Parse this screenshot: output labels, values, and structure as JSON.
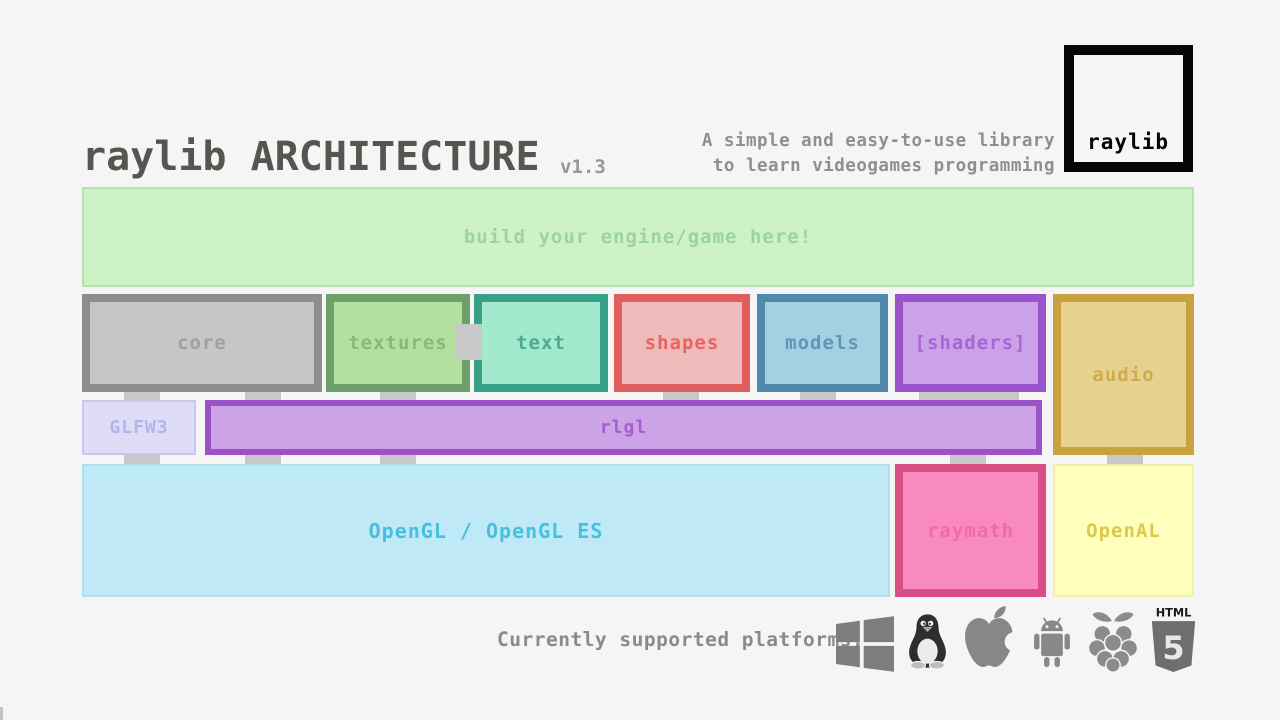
{
  "header": {
    "title": "raylib ARCHITECTURE",
    "version": "v1.3",
    "tagline_line1": "A simple and easy-to-use library",
    "tagline_line2": "to learn videogames programming"
  },
  "logo": {
    "text": "raylib",
    "border_color": "#060606"
  },
  "banner": {
    "label": "build your engine/game here!",
    "fill": "#cdf2c6",
    "text_color": "#9cd49a"
  },
  "modules": {
    "core": {
      "label": "core",
      "fill": "#c6c6c6",
      "border": "#8d8d8d",
      "text_color": "#a0a0a0"
    },
    "textures": {
      "label": "textures",
      "fill": "#b1e0a1",
      "border": "#6d9f6b",
      "text_color": "#85b97e"
    },
    "text": {
      "label": "text",
      "fill": "#a2e9cd",
      "border": "#37a088",
      "text_color": "#4fab90"
    },
    "shapes": {
      "label": "shapes",
      "fill": "#efbaba",
      "border": "#e05e5e",
      "text_color": "#e96363"
    },
    "models": {
      "label": "models",
      "fill": "#a5cfe3",
      "border": "#5189ad",
      "text_color": "#5d97b9"
    },
    "shaders": {
      "label": "[shaders]",
      "fill": "#cba2e7",
      "border": "#9a54cb",
      "text_color": "#a765d5"
    },
    "audio": {
      "label": "audio",
      "fill": "#e7d190",
      "border": "#c7a23e",
      "text_color": "#d0ab4b"
    }
  },
  "mid_layer": {
    "glfw3": {
      "label": "GLFW3",
      "fill": "#dedcf7",
      "border": "#c9c7f1",
      "text_color": "#b5b3eb"
    },
    "rlgl": {
      "label": "rlgl",
      "fill": "#cba3e6",
      "border": "#9b51c7",
      "text_color": "#a75cd4"
    }
  },
  "backend_layer": {
    "opengl": {
      "label": "OpenGL / OpenGL ES",
      "fill": "#c0e9f8",
      "border": "#b0e0f0",
      "text_color": "#45c0dd"
    },
    "raymath": {
      "label": "raymath",
      "fill": "#f98ac1",
      "border": "#d84e85",
      "text_color": "#ee6ba5"
    },
    "openal": {
      "label": "OpenAL",
      "fill": "#feffbd",
      "border": "#f1f1a6",
      "text_color": "#ddc84e"
    }
  },
  "platforms": {
    "label": "Currently supported platforms:",
    "icons": [
      "windows-icon",
      "linux-tux-icon",
      "apple-icon",
      "android-icon",
      "raspberry-pi-icon",
      "html5-icon"
    ],
    "html5": {
      "top_label": "HTML",
      "number": "5"
    }
  }
}
